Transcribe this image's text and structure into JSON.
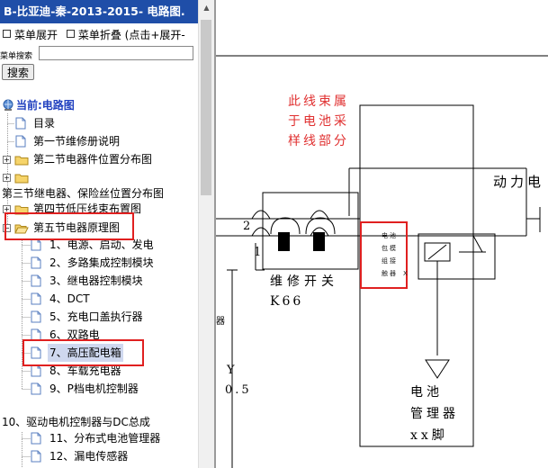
{
  "window": {
    "title": "B-比亚迪-秦-2013-2015- 电路图."
  },
  "menubar": {
    "expand": "菜单展开",
    "collapse": "菜单折叠 (点击+展开-"
  },
  "search": {
    "label": "菜单搜索",
    "value": "",
    "button": "搜索"
  },
  "tree": {
    "root": "当前:电路图",
    "items": [
      "目录",
      "第一节维修册说明",
      "第二节电器件位置分布图",
      "",
      "第三节继电器、保险丝位置分布图",
      "第四节低压线束布置图",
      "第五节电器原理图",
      "1、电源、启动、发电",
      "2、多路集成控制模块",
      "3、继电器控制模块",
      "4、DCT",
      "5、充电口盖执行器",
      "6、双路电",
      "7、高压配电箱",
      "8、车载充电器",
      "9、P档电机控制器",
      "10、驱动电机控制器与DC总成",
      "11、分布式电池管理器",
      "12、漏电传感器"
    ]
  },
  "diagram": {
    "note": [
      "此线束属",
      "于电池采",
      "样线部分"
    ],
    "power": "动力电",
    "wire_2": "2",
    "wire_1": "1",
    "switch_label": "维修开关",
    "switch_code": "K66",
    "contactor": [
      "电池",
      "包模",
      "组接",
      "触器"
    ],
    "contactor_suffix": "X",
    "edge_label": "器",
    "y_label": "Y",
    "y_value": "0.5",
    "bms": [
      "电池",
      "管理器",
      "xx脚"
    ]
  }
}
